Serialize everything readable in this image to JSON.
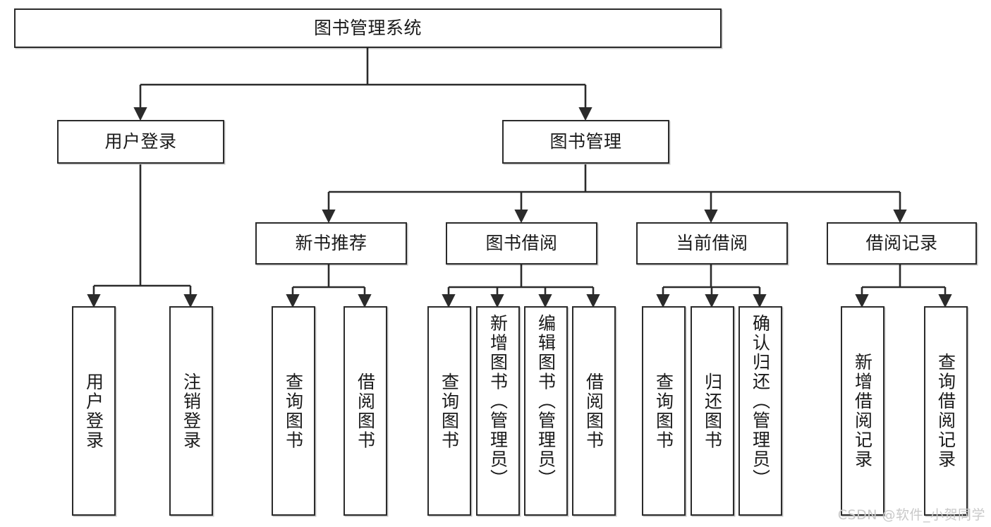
{
  "diagram": {
    "title": "图书管理系统",
    "type": "tree-hierarchy-diagram",
    "colors": {
      "box_border": "#2b2b2b",
      "box_fill": "#ffffff",
      "connector": "#2b2b2b",
      "text": "#1a1a1a",
      "watermark": "#c9c9c9"
    },
    "root": {
      "label": "图书管理系统"
    },
    "level2": [
      {
        "label": "用户登录"
      },
      {
        "label": "图书管理"
      }
    ],
    "level3": [
      {
        "label": "新书推荐"
      },
      {
        "label": "图书借阅"
      },
      {
        "label": "当前借阅"
      },
      {
        "label": "借阅记录"
      }
    ],
    "leaves": {
      "user_login": [
        {
          "label": "用户登录"
        },
        {
          "label": "注销登录"
        }
      ],
      "new_book_recommend": [
        {
          "label": "查询图书"
        },
        {
          "label": "借阅图书"
        }
      ],
      "book_borrow": [
        {
          "label": "查询图书"
        },
        {
          "label": "新增图书（管理员）"
        },
        {
          "label": "编辑图书（管理员）"
        },
        {
          "label": "借阅图书"
        }
      ],
      "current_borrow": [
        {
          "label": "查询图书"
        },
        {
          "label": "归还图书"
        },
        {
          "label": "确认归还（管理员）"
        }
      ],
      "borrow_record": [
        {
          "label": "新增借阅记录"
        },
        {
          "label": "查询借阅记录"
        }
      ]
    }
  },
  "watermark": {
    "text": "CSDN @软件_小贺同学"
  }
}
